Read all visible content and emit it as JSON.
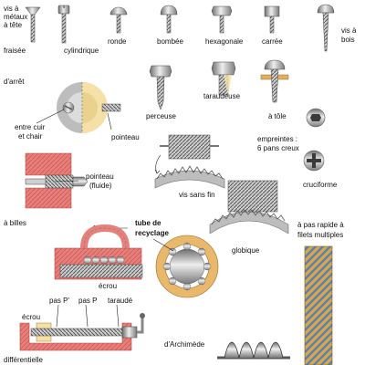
{
  "labels": {
    "metal_head_1": "vis à",
    "metal_head_2": "métaux",
    "metal_head_3": "à tête",
    "fraisee": "fraisée",
    "cylindrique": "cylindrique",
    "ronde": "ronde",
    "bombee": "bombée",
    "hexagonale": "hexagonale",
    "carree": "carrée",
    "vis_bois_1": "vis à",
    "vis_bois_2": "bois",
    "arret": "d'arrêt",
    "entre_cuir_1": "entre cuir",
    "entre_cuir_2": "et chair",
    "pointeau": "pointeau",
    "perceuse": "perceuse",
    "taraudeuse": "taraudeuse",
    "a_tole": "à tôle",
    "empreintes_1": "empreintes :",
    "empreintes_2": "6 pans creux",
    "pointeau_fluide_1": "pointeau",
    "pointeau_fluide_2": "(fluide)",
    "vis_sans_fin": "vis sans fin",
    "cruciforme": "cruciforme",
    "a_billes": "à billes",
    "tube_recyclage_1": "tube de",
    "tube_recyclage_2": "recyclage",
    "ecrou_1": "écrou",
    "globique": "globique",
    "pas_rapide_1": "à pas rapide à",
    "pas_rapide_2": "filets multiples",
    "pas_p_prime": "pas P'",
    "pas_p": "pas P",
    "taraude": "taraudé",
    "ecrou_2": "écrou",
    "differentielle": "différentielle",
    "archimede": "d'Archimède"
  },
  "colors": {
    "steel_light": "#e4e4e4",
    "steel_mid": "#a8a8a8",
    "steel_dark": "#5a5a5a",
    "salmon": "#e97f7a",
    "cream": "#f5e1a8",
    "gold": "#d7a54a",
    "blue": "#2f6fb5",
    "beige": "#ecdcbc"
  }
}
